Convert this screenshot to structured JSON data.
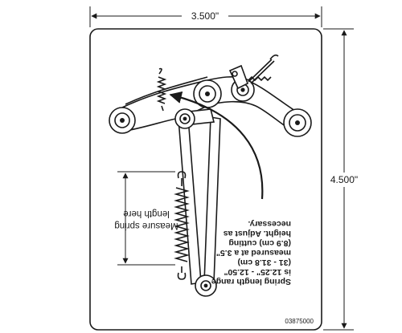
{
  "diagram": {
    "width_label": "3.500\"",
    "height_label": "4.500\"",
    "measure_note": [
      "Measure spring",
      "length here"
    ],
    "instructions": [
      "Spring length range",
      "is 12.25\" - 12.50\"",
      "(31 - 31.8 cm)",
      "measured at a 3.5\"",
      "(8.9 cm) cutting",
      "height. Adjust as",
      "necessary."
    ],
    "part_number": "03875000",
    "colors": {
      "ink": "#1a1a1a",
      "card": "#ffffff"
    }
  }
}
